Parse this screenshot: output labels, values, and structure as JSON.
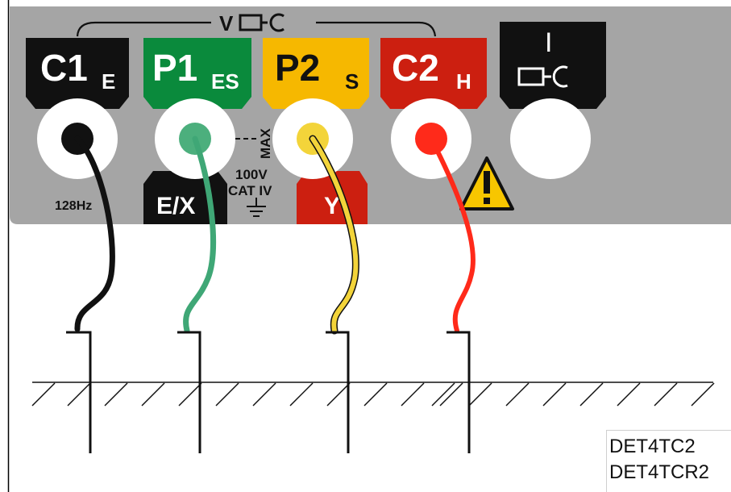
{
  "panel": {
    "voltage_group_label": "V",
    "current_label": "I",
    "frequency_label": "128Hz",
    "max_label": "MAX",
    "rating_voltage": "100V",
    "rating_category": "CAT IV",
    "lower_left_label": "E/X",
    "lower_right_label": "Y"
  },
  "terminals": [
    {
      "main": "C1",
      "sub": "E",
      "color": "#111111",
      "ring_dot": "#111111",
      "lead_color": "#111111"
    },
    {
      "main": "P1",
      "sub": "ES",
      "color": "#0a8a3c",
      "ring_dot": "#4caf7d",
      "lead_color": "#3fa776"
    },
    {
      "main": "P2",
      "sub": "S",
      "color": "#f6b800",
      "ring_dot": "#f3d43a",
      "lead_color": "#f3d43a"
    },
    {
      "main": "C2",
      "sub": "H",
      "color": "#cc1f10",
      "ring_dot": "#ff2a1a",
      "lead_color": "#ff2a1a"
    }
  ],
  "colors": {
    "panel_gray": "#a5a5a5",
    "warning_yellow": "#f7c600"
  },
  "models": [
    "DET4TC2",
    "DET4TCR2"
  ]
}
